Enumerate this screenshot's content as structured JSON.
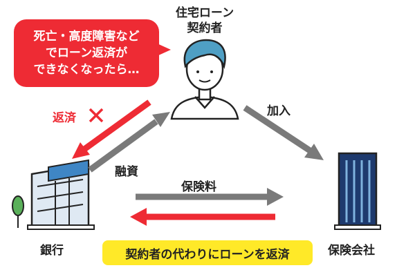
{
  "borrower": {
    "line1": "住宅ローン",
    "line2": "契約者"
  },
  "bubble": {
    "line1": "死亡・高度障害など",
    "line2": "でローン返済が",
    "line3": "できなくなったら…"
  },
  "labels": {
    "repayment": "返済",
    "financing": "融資",
    "join": "加入",
    "premium": "保険料",
    "bank": "銀行",
    "insurer": "保険会社"
  },
  "footer": {
    "text": "契約者の代わりにローンを返済"
  },
  "colors": {
    "red": "#ee2b34",
    "gray": "#7a7a7a",
    "yellow": "#ffe928",
    "hair": "#4f9fc4",
    "navy": "#1e3a6e",
    "blue": "#3f86c5"
  }
}
